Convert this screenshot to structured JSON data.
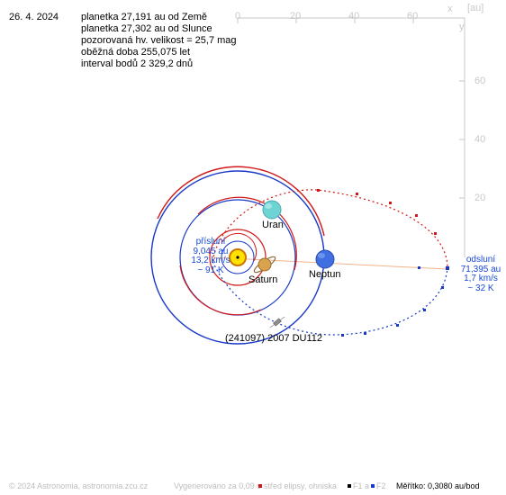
{
  "header": {
    "date": "26. 4. 2024",
    "info_lines": [
      "planetka 27,191 au od Země",
      "planetka 27,302 au od Slunce",
      "pozorovaná hv. velikost = 25,7 mag",
      "oběžná doba 255,075 let",
      "interval bodů 2 329,2 dnů"
    ]
  },
  "axes": {
    "x_ticks": [
      "0",
      "20",
      "40",
      "60"
    ],
    "y_ticks": [
      "60",
      "40",
      "20"
    ],
    "x_label": "x",
    "y_label": "y",
    "unit_label": "[au]"
  },
  "planets": [
    {
      "name": "Uran",
      "icon": "uranus-icon",
      "color": "#6fd3d3"
    },
    {
      "name": "Saturn",
      "icon": "saturn-icon",
      "color": "#d9a24c"
    },
    {
      "name": "Neptun",
      "icon": "neptune-icon",
      "color": "#3f6fe0"
    }
  ],
  "object_label": "(241097) 2007 DU112",
  "perihelion": {
    "title": "přísluní",
    "distance": "9,045 au",
    "speed": "13,2 km/s",
    "temp": "~ 91 K"
  },
  "aphelion": {
    "title": "odsluní",
    "distance": "71,395 au",
    "speed": "1,7 km/s",
    "temp": "~ 32 K"
  },
  "footer": {
    "copyright": "© 2024 Astronomia, astronomia.zcu.cz",
    "generated": "Vygenerováno za 0,09 s",
    "legend_center": "střed elipsy, ohniska",
    "legend_f1": "F1 a",
    "legend_f2": "F2",
    "scale": "Měřítko: 0,3080 au/bod"
  },
  "colors": {
    "orbit_red": "#d01818",
    "orbit_blue": "#1838c8",
    "axis": "#c8c8c8",
    "label_blue": "#1848d8",
    "apsis_line": "#f2b48a"
  }
}
